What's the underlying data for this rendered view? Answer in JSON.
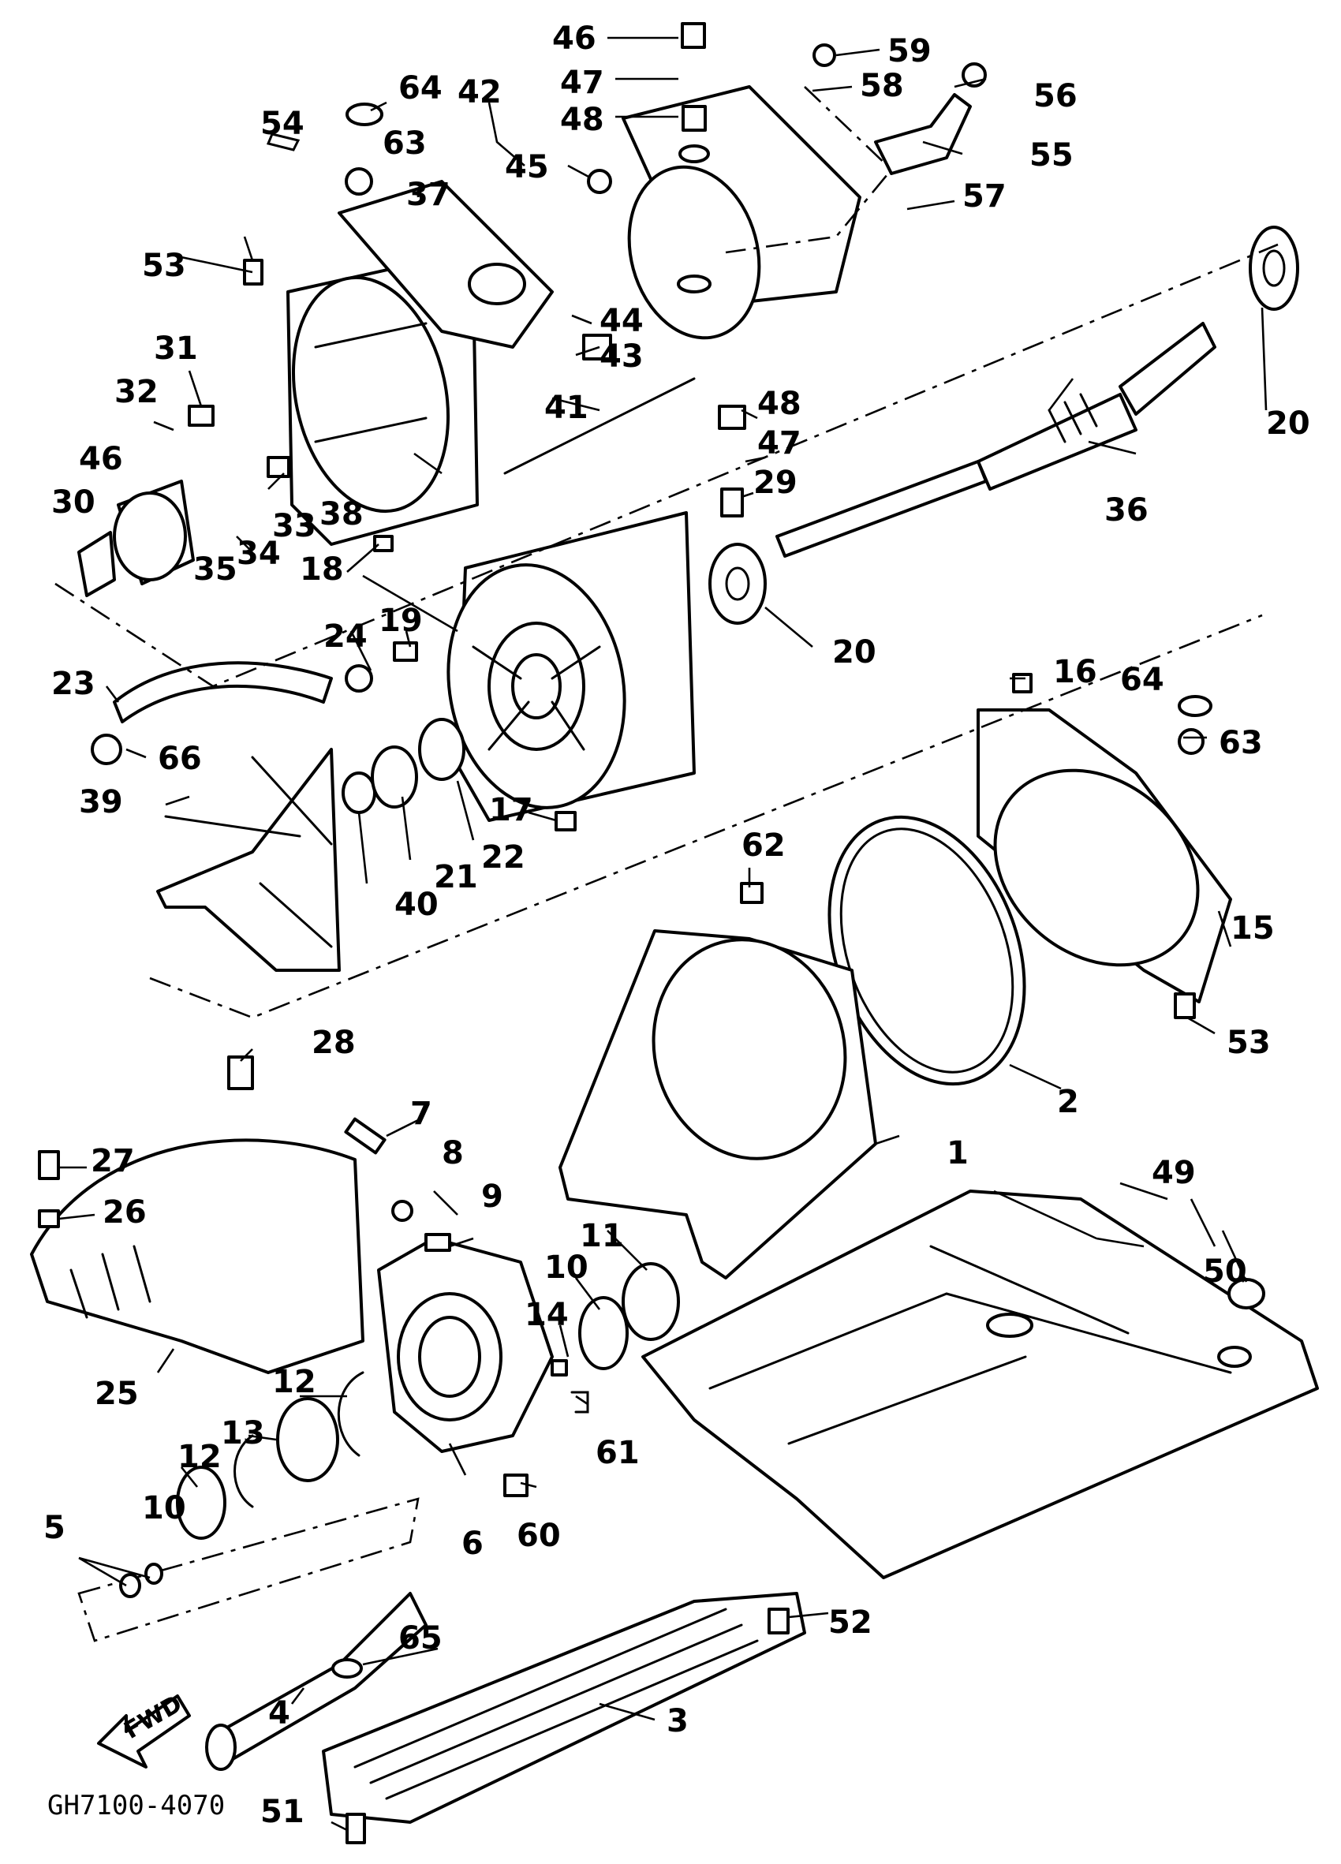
{
  "diagram": {
    "figure_code": "GH7100-4070",
    "direction_arrow_label": "FWD",
    "callouts": [
      "46",
      "59",
      "47",
      "58",
      "56",
      "48",
      "55",
      "45",
      "57",
      "64",
      "42",
      "54",
      "63",
      "37",
      "53",
      "44",
      "43",
      "31",
      "32",
      "41",
      "48",
      "47",
      "46",
      "29",
      "33",
      "30",
      "35",
      "34",
      "38",
      "18",
      "36",
      "20",
      "20",
      "24",
      "19",
      "23",
      "66",
      "16",
      "64",
      "63",
      "39",
      "17",
      "40",
      "21",
      "22",
      "62",
      "15",
      "53",
      "28",
      "7",
      "2",
      "1",
      "27",
      "8",
      "26",
      "9",
      "49",
      "11",
      "10",
      "50",
      "14",
      "25",
      "12",
      "13",
      "61",
      "12",
      "10",
      "5",
      "6",
      "60",
      "65",
      "52",
      "4",
      "3",
      "51"
    ]
  }
}
